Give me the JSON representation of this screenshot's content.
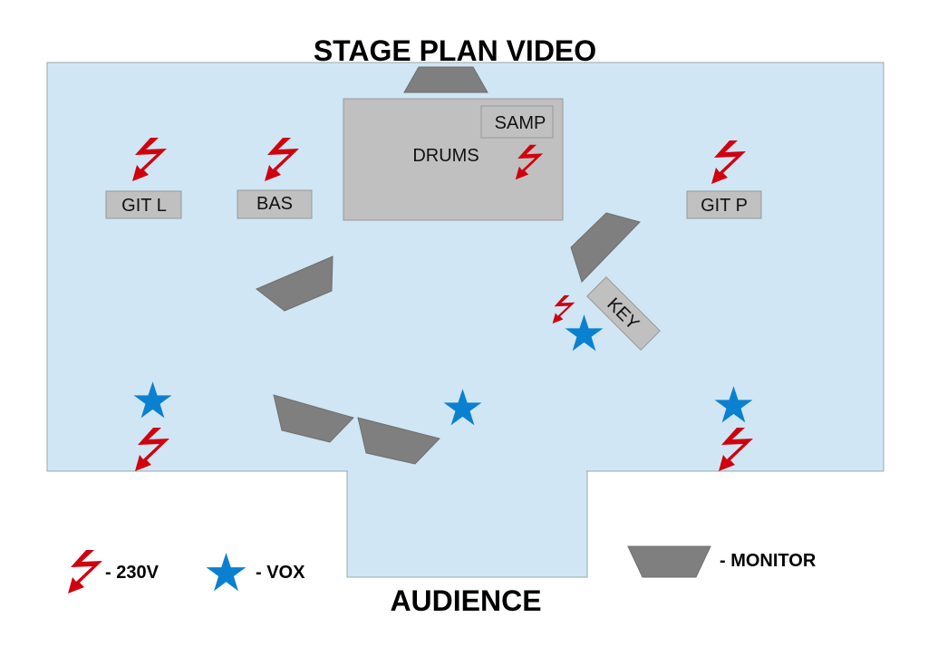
{
  "title": "STAGE PLAN VIDEO",
  "audience_label": "AUDIENCE",
  "instruments": {
    "drums": "DRUMS",
    "samp": "SAMP",
    "git_l": "GIT L",
    "bas": "BAS",
    "git_p": "GIT P",
    "key": "KEY"
  },
  "legend": {
    "power": "- 230V",
    "vox": "- VOX",
    "monitor": "- MONITOR"
  },
  "colors": {
    "stage": "#d0e6f4",
    "power": "#d0000f",
    "vox": "#0a80d0",
    "monitor": "#7f7f7f",
    "instrument": "#c0c0c0"
  }
}
